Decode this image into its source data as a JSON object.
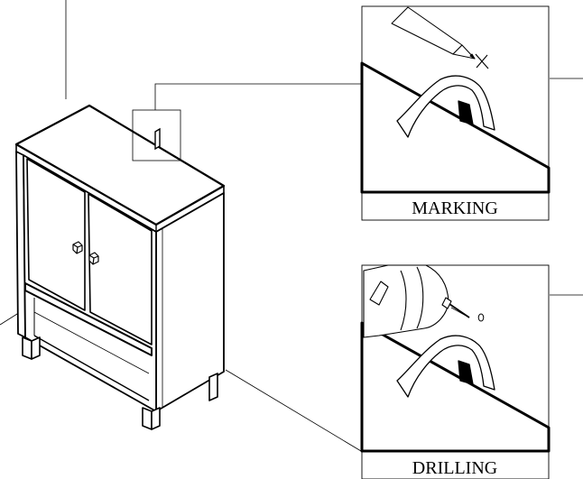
{
  "panels": {
    "marking": {
      "caption": "MARKING"
    },
    "drilling": {
      "caption": "DRILLING"
    }
  },
  "colors": {
    "ink": "#000000",
    "paper": "#ffffff"
  },
  "icons": [
    "cabinet-illustration",
    "pencil-icon",
    "drill-icon",
    "anti-tip-strap-icon",
    "mark-cross-icon",
    "drill-hole-icon"
  ]
}
